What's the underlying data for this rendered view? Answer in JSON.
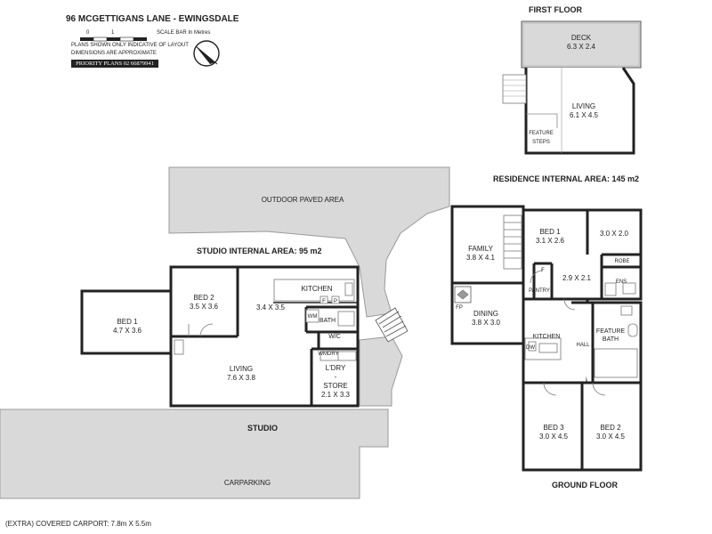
{
  "header": {
    "address": "96 MCGETTIGANS LANE - EWINGSDALE",
    "scale_0": "0",
    "scale_1": "1",
    "scale_label": "SCALE BAR In Metres",
    "disclaimer_1": "PLANS SHOWN ONLY INDICATIVE OF LAYOUT",
    "disclaimer_2": "DIMENSIONS ARE APPROXIMATE",
    "company": "PRIORITY PLANS 02 66879941"
  },
  "first_floor": {
    "title": "FIRST FLOOR",
    "deck": "DECK",
    "deck_dim": "6.3 X 2.4",
    "living": "LIVING",
    "living_dim": "6.1 X 4.5",
    "feature": "FEATURE",
    "steps": "STEPS"
  },
  "residence": {
    "area": "RESIDENCE INTERNAL AREA: 145 m2",
    "family": "FAMILY",
    "family_dim": "3.8 X 4.1",
    "bed1": "BED 1",
    "bed1_dim": "3.1 X 2.6",
    "room_dim": "3.0 X 2.0",
    "robe": "ROBE",
    "ens": "ENS",
    "f": "F",
    "pantry": "PANTRY",
    "hall_dim": "2.9 X 2.1",
    "fp": "FP",
    "dining": "DINING",
    "dining_dim": "3.8 X 3.0",
    "kitchen": "KITCHEN",
    "dw": "DW",
    "hall": "HALL",
    "feature": "FEATURE",
    "bath": "BATH",
    "bed3": "BED 3",
    "bed3_dim": "3.0 X 4.5",
    "bed2": "BED 2",
    "bed2_dim": "3.0 X 4.5",
    "ground_floor": "GROUND FLOOR"
  },
  "studio": {
    "outdoor": "OUTDOOR PAVED AREA",
    "area": "STUDIO INTERNAL AREA: 95 m2",
    "bed1": "BED 1",
    "bed1_dim": "4.7 X 3.6",
    "bed2": "BED 2",
    "bed2_dim": "3.5 X 3.6",
    "room_dim": "3.4 X 3.5",
    "kitchen": "KITCHEN",
    "f": "F",
    "p": "P",
    "wm": "WM",
    "bath": "BATH",
    "wc": "W/C",
    "living": "LIVING",
    "living_dim": "7.6 X 3.8",
    "wmdry": "WMDRY",
    "ldry": "L'DRY",
    "dash": "-",
    "store": "STORE",
    "store_dim": "2.1 X 3.3",
    "title": "STUDIO"
  },
  "carpark": {
    "label": "CARPARKING",
    "note": "(EXTRA) COVERED CARPORT: 7.8m X 5.5m"
  }
}
